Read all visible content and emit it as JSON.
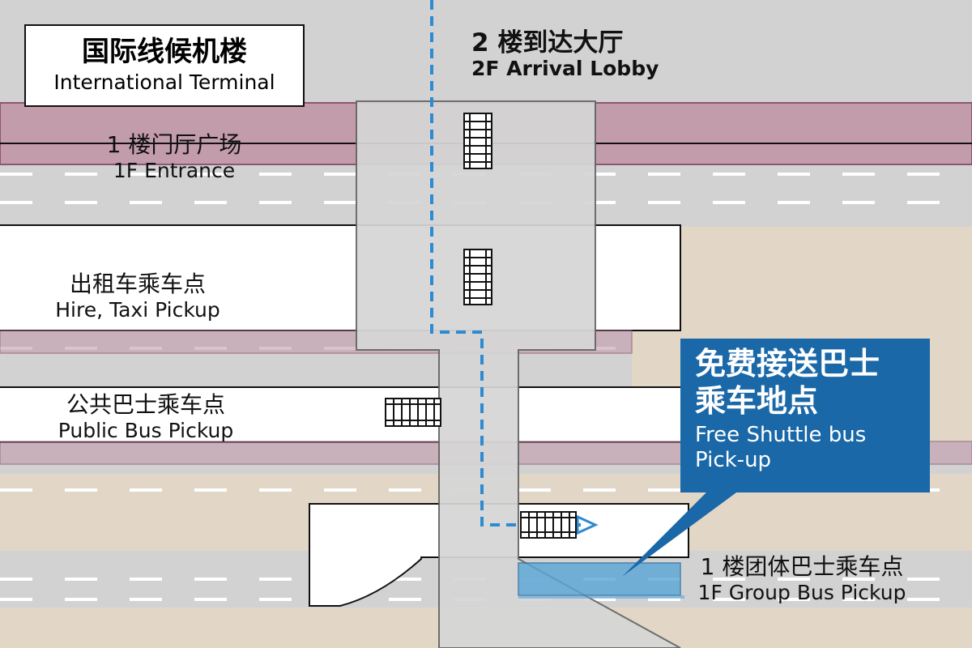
{
  "terminal": {
    "zh": "国际线候机楼",
    "en": "International Terminal"
  },
  "arrival_lobby": {
    "zh": "2 楼到达大厅",
    "en": "2F Arrival Lobby"
  },
  "entrance": {
    "zh": "1 楼门厅广场",
    "en": "1F Entrance"
  },
  "taxi": {
    "zh": "出租车乘车点",
    "en": "Hire, Taxi Pickup"
  },
  "public_bus": {
    "zh": "公共巴士乘车点",
    "en": "Public Bus Pickup"
  },
  "shuttle": {
    "zh_line1": "免费接送巴士",
    "zh_line2": "乘车地点",
    "en_line1": "Free Shuttle bus",
    "en_line2": "Pick-up"
  },
  "group_bus": {
    "zh": "1 楼团体巴士乘车点",
    "en": "1F Group Bus Pickup"
  },
  "colors": {
    "road": "#d2d2d2",
    "ground": "#e2d6c6",
    "entrance_band": "#c39cac",
    "pickup_platform": "#ffffff",
    "walkway": "#d6d6d6",
    "shuttle_blue": "#1a68a8",
    "route_dash": "#2d8bd0",
    "group_bus_highlight": "#5aa6d8"
  }
}
